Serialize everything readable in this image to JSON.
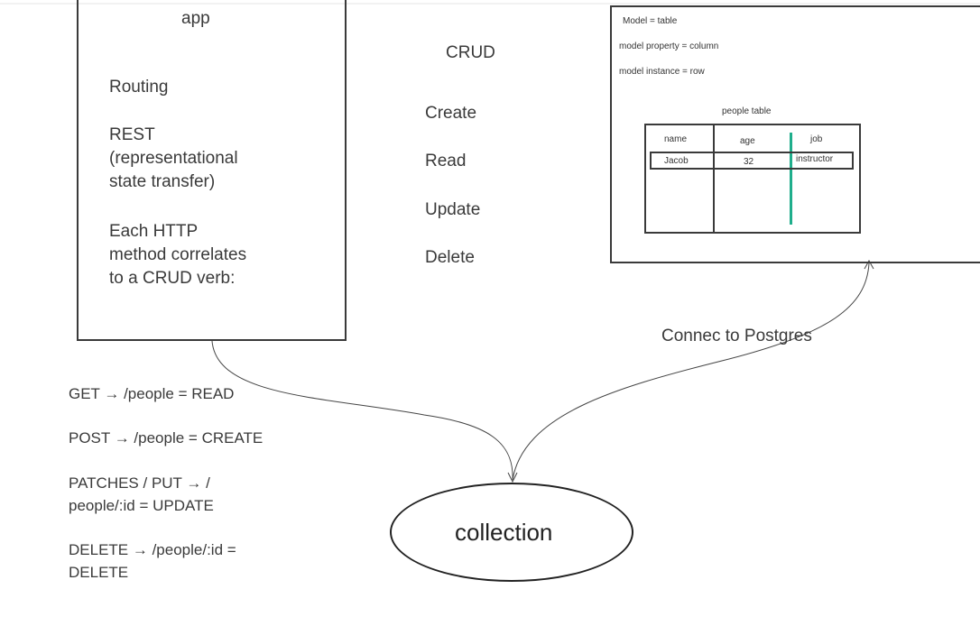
{
  "app_box": {
    "title": "app",
    "routing": "Routing",
    "rest": "REST\n(representational\nstate transfer)",
    "http_note": "Each HTTP\nmethod correlates\nto a CRUD verb:"
  },
  "crud": {
    "title": "CRUD",
    "items": [
      "Create",
      "Read",
      "Update",
      "Delete"
    ]
  },
  "model_box": {
    "line1": "Model = table",
    "line2": "model property = column",
    "line3": "model instance = row",
    "table_title": "people table",
    "headers": [
      "name",
      "age",
      "job"
    ],
    "row": [
      "Jacob",
      "32",
      "instructor"
    ]
  },
  "connect_label": "Connec to Postgres",
  "routes": [
    "GET → /people = READ",
    "POST → /people = CREATE",
    "PATCHES / PUT → /\npeople/:id = UPDATE",
    "DELETE → /people/:id =\nDELETE"
  ],
  "collection_label": "collection",
  "colors": {
    "ink": "#3a3a3a",
    "accent": "#1fae8c"
  }
}
